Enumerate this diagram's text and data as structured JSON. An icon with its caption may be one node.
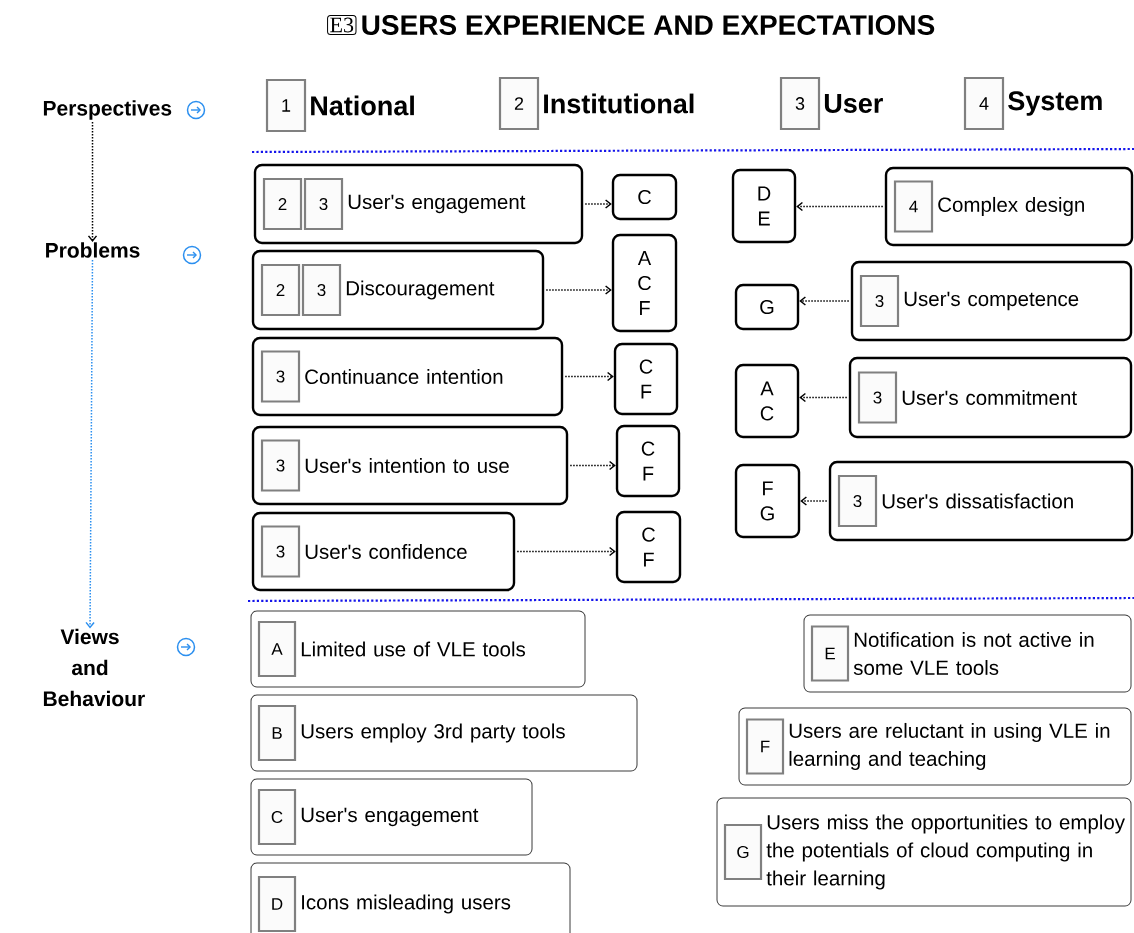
{
  "diagram": {
    "title": "USERS EXPERIENCE AND EXPECTATIONS",
    "nodes": [
      {
        "text": [
          "Perspectives"
        ]
      },
      {
        "text": [
          "Problems"
        ]
      },
      {
        "text": [
          "Views and Behaviour"
        ]
      },
      {
        "text": [
          "1",
          "National"
        ]
      },
      {
        "text": [
          "2",
          "Institutional"
        ]
      },
      {
        "text": [
          "3",
          "User"
        ]
      },
      {
        "text": [
          "4",
          "System"
        ]
      },
      {
        "text": [
          "User's engagement"
        ]
      },
      {
        "text": [
          "2"
        ],
        "in": 7
      },
      {
        "text": [
          "3"
        ],
        "in": 7
      },
      {
        "text": [
          "C"
        ]
      },
      {
        "text": [
          "D E"
        ]
      },
      {
        "text": [
          "Complex design"
        ]
      },
      {
        "text": [
          "4"
        ],
        "in": 12
      },
      {
        "text": [
          "Discouragement"
        ]
      },
      {
        "text": [
          "2"
        ],
        "in": 14
      },
      {
        "text": [
          "3"
        ],
        "in": 14
      },
      {
        "text": [
          "A C F"
        ]
      },
      {
        "text": [
          "G"
        ]
      },
      {
        "text": [
          "User's competence"
        ]
      },
      {
        "text": [
          "3"
        ],
        "in": 19
      },
      {
        "text": [
          "Continuance intention"
        ]
      },
      {
        "text": [
          "3"
        ],
        "in": 21
      },
      {
        "text": [
          "C F"
        ]
      },
      {
        "text": [
          "A C"
        ]
      },
      {
        "text": [
          "User's commitment"
        ]
      },
      {
        "text": [
          "3"
        ],
        "in": 25
      },
      {
        "text": [
          "User's intention to use"
        ]
      },
      {
        "text": [
          "3"
        ],
        "in": 27
      },
      {
        "text": [
          "C F"
        ]
      },
      {
        "text": [
          "F G"
        ]
      },
      {
        "text": [
          "User's dissatisfaction"
        ]
      },
      {
        "text": [
          "3"
        ],
        "in": 31
      },
      {
        "text": [
          "User's confidence"
        ]
      },
      {
        "text": [
          "3"
        ],
        "in": 33
      },
      {
        "text": [
          "C F"
        ]
      },
      {
        "text": [
          "Limited use of VLE tools"
        ]
      },
      {
        "text": [
          "A"
        ],
        "in": 36
      },
      {
        "text": [
          "Notification is not active in some VLE tools"
        ]
      },
      {
        "text": [
          "E"
        ],
        "in": 38
      },
      {
        "text": [
          "Users employ 3rd party tools"
        ]
      },
      {
        "text": [
          "B"
        ],
        "in": 40
      },
      {
        "text": [
          "Users are reluctant in using VLE in learning and teaching"
        ]
      },
      {
        "text": [
          "F"
        ],
        "in": 42
      },
      {
        "text": [
          "User's engagement"
        ]
      },
      {
        "text": [
          "C"
        ],
        "in": 44
      },
      {
        "text": [
          "Users miss the opportunities to employ the potentials of cloud computing in their learning"
        ]
      },
      {
        "text": [
          "G"
        ],
        "in": 46
      },
      {
        "text": [
          "Icons misleading users"
        ]
      },
      {
        "text": [
          "D"
        ],
        "in": 48
      }
    ],
    "edges": [
      {
        "from": 0,
        "to": 1,
        "arrow": "to"
      },
      {
        "from": 1,
        "to": 2,
        "arrow": "to",
        "color": "#2b8fef"
      },
      {
        "from": 7,
        "to": 10,
        "arrow": "to"
      },
      {
        "from": 12,
        "to": 11,
        "arrow": "to"
      },
      {
        "from": 14,
        "to": 17,
        "arrow": "to"
      },
      {
        "from": 19,
        "to": 18,
        "arrow": "to"
      },
      {
        "from": 21,
        "to": 23,
        "arrow": "to"
      },
      {
        "from": 25,
        "to": 24,
        "arrow": "to"
      },
      {
        "from": 27,
        "to": 29,
        "arrow": "to"
      },
      {
        "from": 31,
        "to": 30,
        "arrow": "to"
      },
      {
        "from": 33,
        "to": 35,
        "arrow": "to"
      }
    ],
    "labels": [
      "E3"
    ]
  }
}
